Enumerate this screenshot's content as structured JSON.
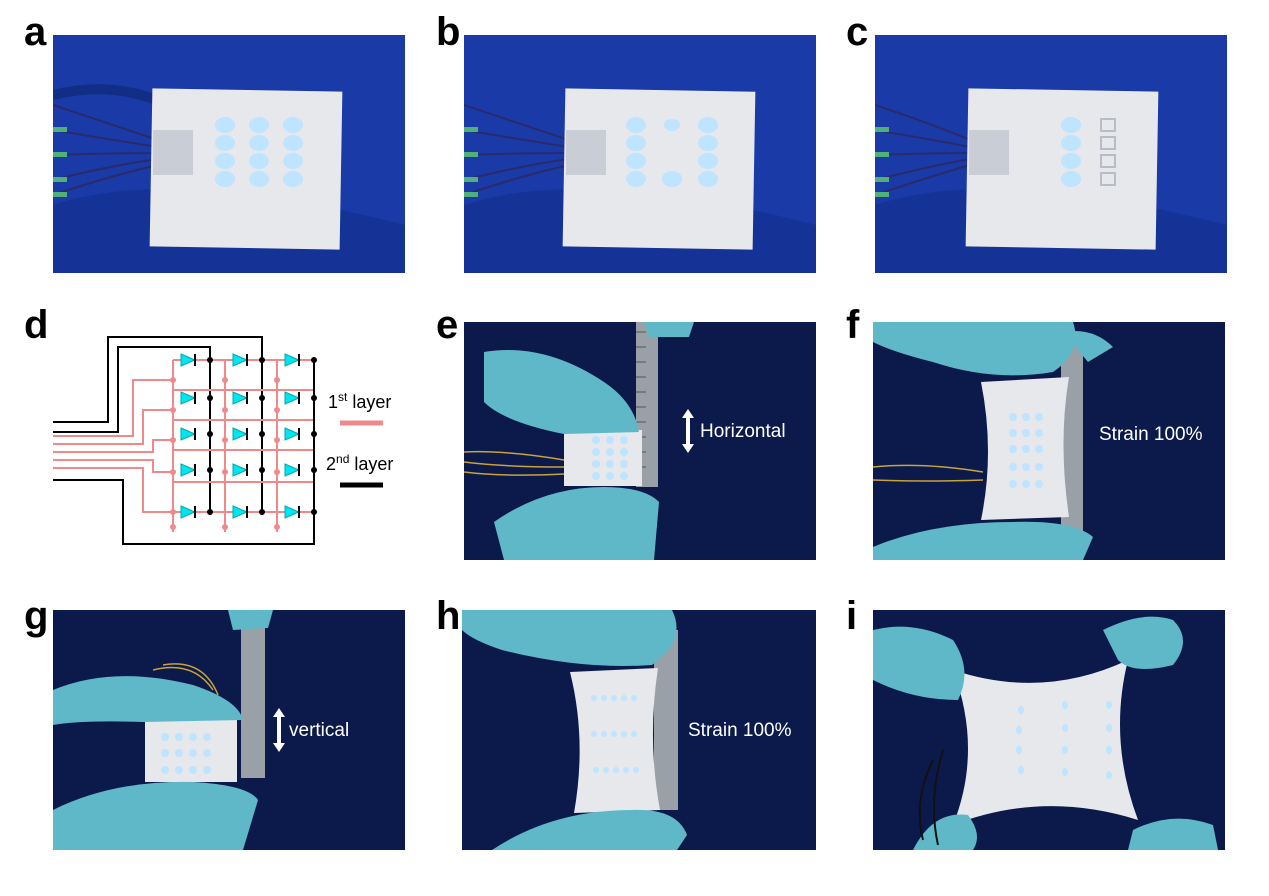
{
  "panels": {
    "a": {
      "label": "a"
    },
    "b": {
      "label": "b"
    },
    "c": {
      "label": "c"
    },
    "d": {
      "label": "d"
    },
    "e": {
      "label": "e",
      "annotation": "Horizontal"
    },
    "f": {
      "label": "f",
      "annotation": "Strain 100%"
    },
    "g": {
      "label": "g",
      "annotation": "vertical"
    },
    "h": {
      "label": "h",
      "annotation": "Strain 100%"
    },
    "i": {
      "label": "i"
    }
  },
  "diagram": {
    "legend": [
      {
        "base": "1",
        "sup": "st",
        "text": " layer",
        "color": "#f08a8a"
      },
      {
        "base": "2",
        "sup": "nd",
        "text": " layer",
        "color": "#000000"
      }
    ],
    "led_color": "#00e5ee",
    "grid": {
      "rows": 5,
      "cols": 3
    }
  },
  "colors": {
    "background_blue": "#1a3aa8",
    "dark_blue": "#0b1a4a",
    "glove": "#5fb8c8",
    "substrate": "#e6e8ec",
    "led_glow": "#bfe4ff"
  }
}
